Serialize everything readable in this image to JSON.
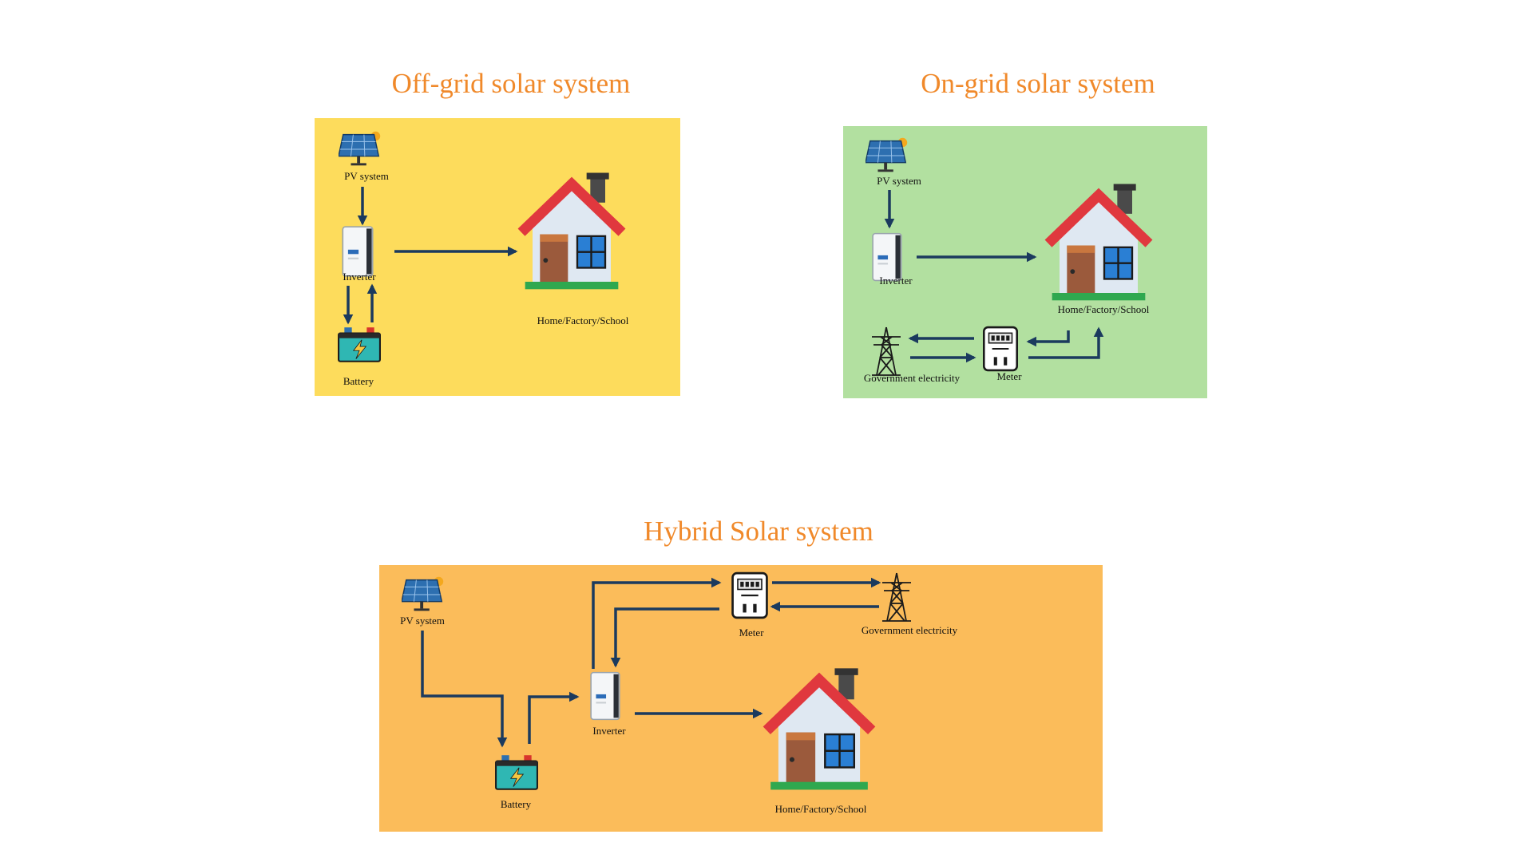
{
  "colors": {
    "title": "#f0892a",
    "offgrid_bg": "#fddc5c",
    "ongrid_bg": "#b2e0a0",
    "hybrid_bg": "#fbbc5a",
    "arrow": "#1b3a5e"
  },
  "offgrid": {
    "title": "Off-grid solar system",
    "pv_label": "PV system",
    "inverter_label": "Inverter",
    "battery_label": "Battery",
    "home_label": "Home/Factory/School"
  },
  "ongrid": {
    "title": "On-grid solar system",
    "pv_label": "PV system",
    "inverter_label": "Inverter",
    "home_label": "Home/Factory/School",
    "grid_label": "Government electricity",
    "meter_label": "Meter"
  },
  "hybrid": {
    "title": "Hybrid Solar system",
    "pv_label": "PV system",
    "inverter_label": "Inverter",
    "battery_label": "Battery",
    "home_label": "Home/Factory/School",
    "meter_label": "Meter",
    "grid_label": "Government electricity"
  },
  "icons": [
    "solar-panel-icon",
    "inverter-icon",
    "battery-icon",
    "house-icon",
    "transmission-tower-icon",
    "electric-meter-icon"
  ]
}
